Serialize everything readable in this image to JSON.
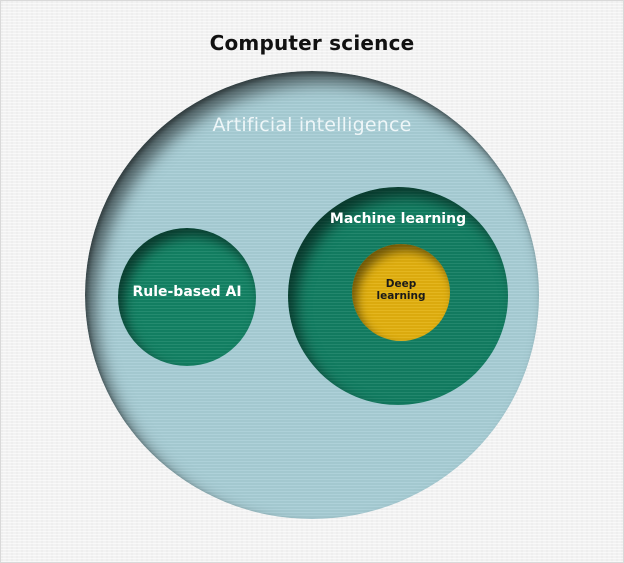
{
  "diagram": {
    "type": "nested-venn",
    "title": "Computer science",
    "colors": {
      "background": "#f2f2f2",
      "artificial_intelligence": "#a8ced6",
      "rule_based_ai": "#138264",
      "machine_learning": "#127e62",
      "deep_learning": "#e2b00e",
      "title_text": "#111111",
      "light_text": "#ffffff"
    },
    "regions": [
      {
        "id": "artificial_intelligence",
        "label": "Artificial intelligence",
        "parent": "computer_science"
      },
      {
        "id": "rule_based_ai",
        "label": "Rule-based AI",
        "parent": "artificial_intelligence"
      },
      {
        "id": "machine_learning",
        "label": "Machine learning",
        "parent": "artificial_intelligence"
      },
      {
        "id": "deep_learning",
        "label_line1": "Deep",
        "label_line2": "learning",
        "parent": "machine_learning"
      }
    ]
  }
}
